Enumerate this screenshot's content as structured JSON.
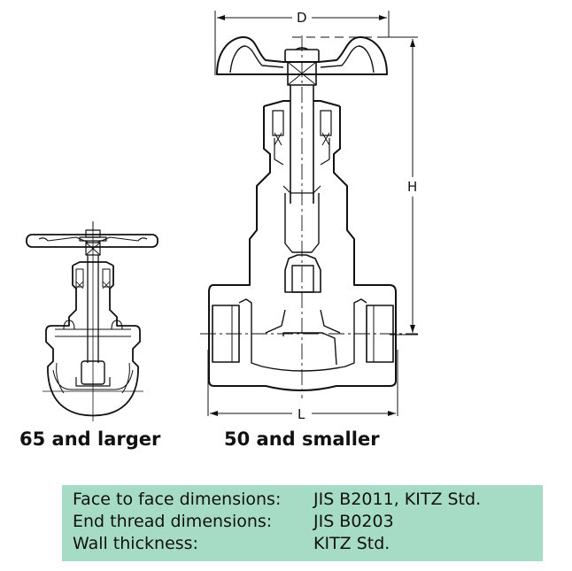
{
  "drawings": {
    "small_valve": {
      "caption": "65 and larger"
    },
    "large_valve": {
      "caption": "50 and smaller",
      "dimensions": {
        "width_label": "D",
        "height_label": "H",
        "length_label": "L"
      }
    }
  },
  "specs": {
    "rows": [
      {
        "label": "Face to face dimensions:",
        "value": "JIS B2011, KITZ Std."
      },
      {
        "label": "End thread dimensions:",
        "value": "JIS B0203"
      },
      {
        "label": "Wall thickness:",
        "value": "KITZ Std."
      }
    ],
    "background": "#a6dcc6"
  }
}
